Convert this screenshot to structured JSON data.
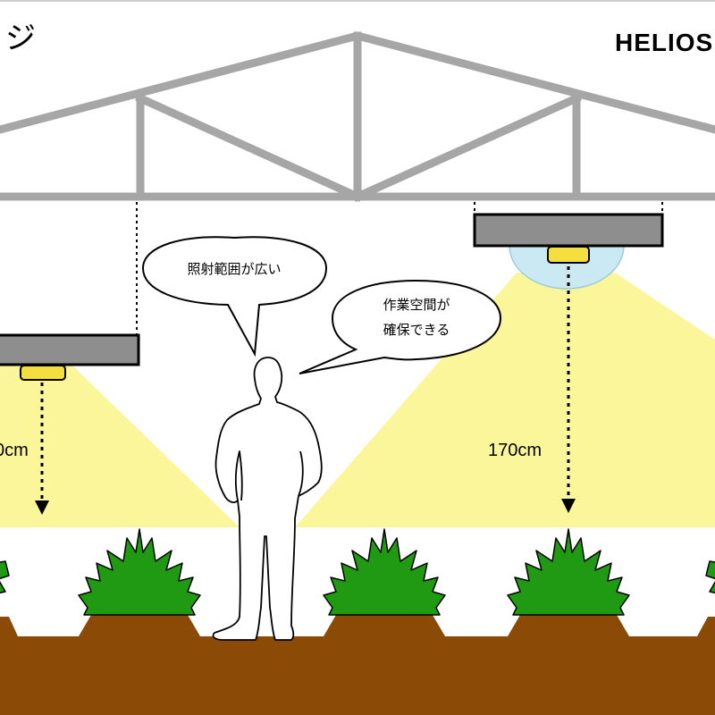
{
  "header": {
    "title_fragment": "ジ",
    "brand": "HELIOS"
  },
  "callouts": {
    "wide_range": "照射範囲が広い",
    "workspace_line1": "作業空間が",
    "workspace_line2": "確保できる"
  },
  "distances": {
    "left_label": "0cm",
    "right_label": "170cm"
  },
  "colors": {
    "truss": "#a6a6a6",
    "fixture_body": "#8e8e8e",
    "lamp": "#f4df3e",
    "light_cone": "#fbf69a",
    "soil": "#8b4a05",
    "plant": "#1f9a12",
    "diffuser": "#cbe9f3"
  }
}
